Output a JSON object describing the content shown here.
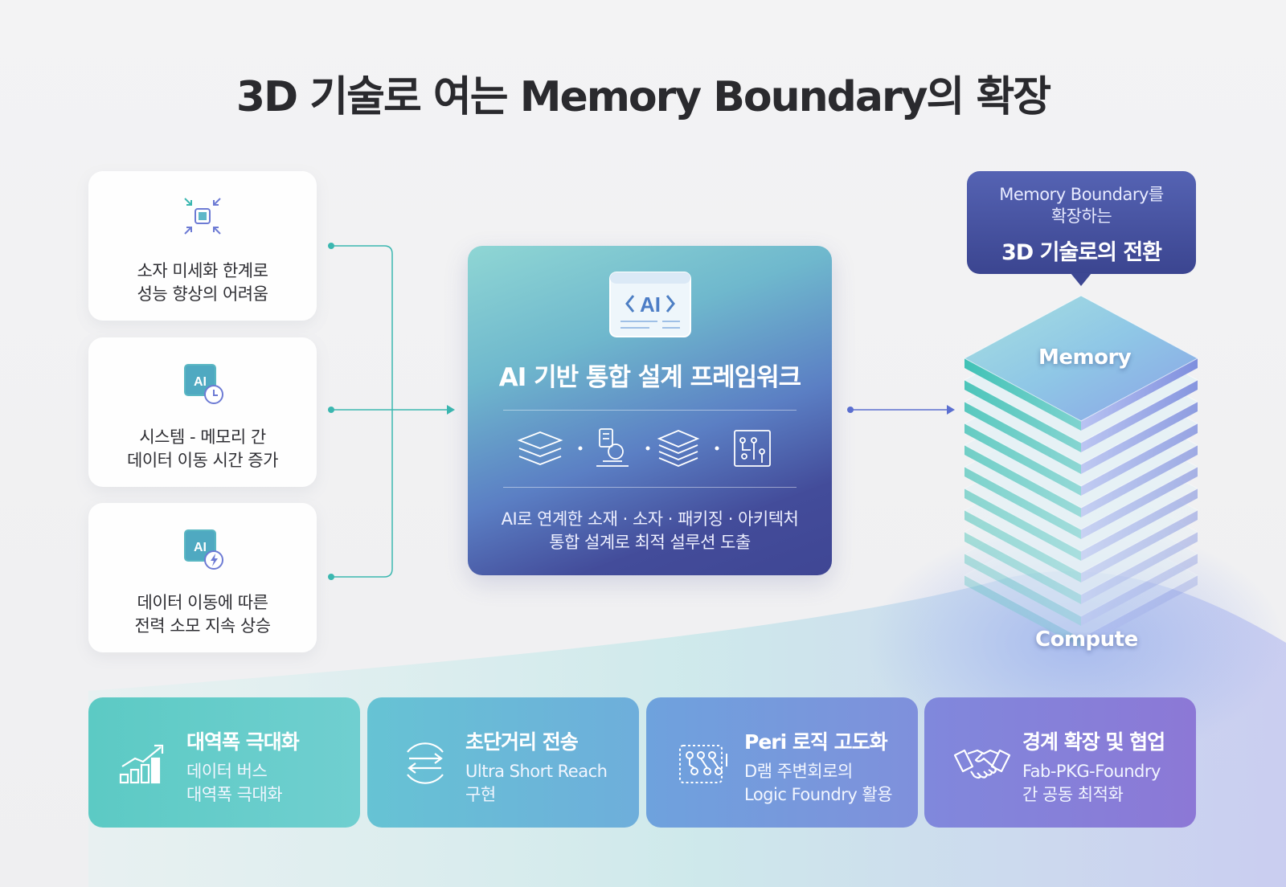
{
  "title": "3D 기술로 여는 Memory Boundary의 확장",
  "issues": [
    {
      "icon": "compress-chip-icon",
      "line1": "소자 미세화 한계로",
      "line2": "성능 향상의 어려움"
    },
    {
      "icon": "ai-clock-icon",
      "line1": "시스템 - 메모리 간",
      "line2": "데이터 이동 시간 증가"
    },
    {
      "icon": "ai-power-icon",
      "line1": "데이터 이동에 따른",
      "line2": "전력 소모 지속 상승"
    }
  ],
  "center": {
    "badge": "AI",
    "title": "AI 기반 통합 설계 프레임워크",
    "icons": [
      "layers-icon",
      "microscope-icon",
      "stacked-package-icon",
      "circuit-board-icon"
    ],
    "desc_line1": "AI로 연계한 소재 · 소자 · 패키징 · 아키텍처",
    "desc_line2": "통합 설계로 최적 설루션 도출"
  },
  "callout": {
    "line1": "Memory Boundary를",
    "line2": "확장하는",
    "line3": "3D 기술로의 전환"
  },
  "stack": {
    "top_label": "Memory",
    "bottom_label": "Compute"
  },
  "features": [
    {
      "icon": "bandwidth-chart-icon",
      "title": "대역폭 극대화",
      "desc1": "데이터 버스",
      "desc2": "대역폭 극대화"
    },
    {
      "icon": "transfer-arrows-icon",
      "title": "초단거리 전송",
      "desc1": "Ultra Short Reach",
      "desc2": "구현"
    },
    {
      "icon": "logic-circuit-icon",
      "title": "Peri 로직 고도화",
      "desc1": "D램 주변회로의",
      "desc2": "Logic Foundry 활용"
    },
    {
      "icon": "handshake-icon",
      "title": "경계 확장 및 협업",
      "desc1": "Fab-PKG-Foundry",
      "desc2": "간 공동 최적화"
    }
  ],
  "colors": {
    "teal": "#5cc9c6",
    "indigo": "#3f4694",
    "violet": "#8a78d8",
    "connector": "#3bb7b0"
  }
}
